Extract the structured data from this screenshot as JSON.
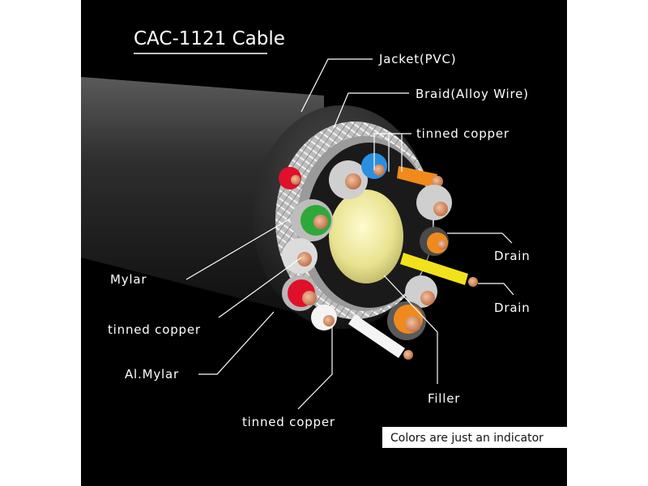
{
  "title": "CAC-1121 Cable",
  "note": "Colors are just an indicator",
  "labels": {
    "jacket": "Jacket(PVC)",
    "braid": "Braid(Alloy Wire)",
    "tinned_copper_top": "tinned copper",
    "drain_1": "Drain",
    "drain_2": "Drain",
    "mylar": "Mylar",
    "tinned_copper_left": "tinned copper",
    "al_mylar": "Al.Mylar",
    "filler": "Filler",
    "tinned_copper_bottom": "tinned copper"
  },
  "colors": {
    "background": "#000000",
    "jacket": "#2a2a2a",
    "braid": "#cfcfcf",
    "filler": "#e6e08a",
    "red": "#e0102a",
    "green": "#2fa83a",
    "blue": "#2b8fe0",
    "orange": "#f08a1c",
    "copper": "#d8875a",
    "yellow": "#f2e21b",
    "white": "#f4f4f4"
  }
}
